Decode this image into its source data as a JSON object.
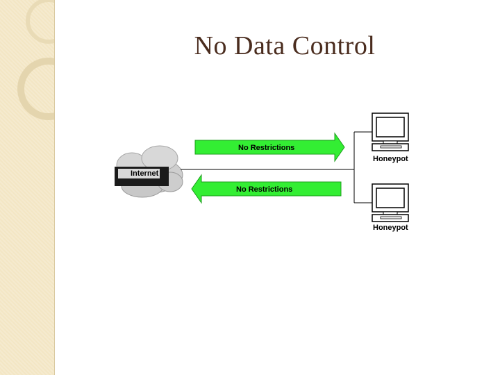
{
  "slide": {
    "title": "No Data Control"
  },
  "diagram": {
    "internet_label": "Internet",
    "arrow_top_label": "No Restrictions",
    "arrow_bottom_label": "No Restrictions",
    "honeypots": [
      {
        "label": "Honeypot"
      },
      {
        "label": "Honeypot"
      }
    ],
    "colors": {
      "arrow_fill": "#33ee33",
      "sidebar": "#f3e6c4",
      "title": "#4a2c1e"
    }
  }
}
